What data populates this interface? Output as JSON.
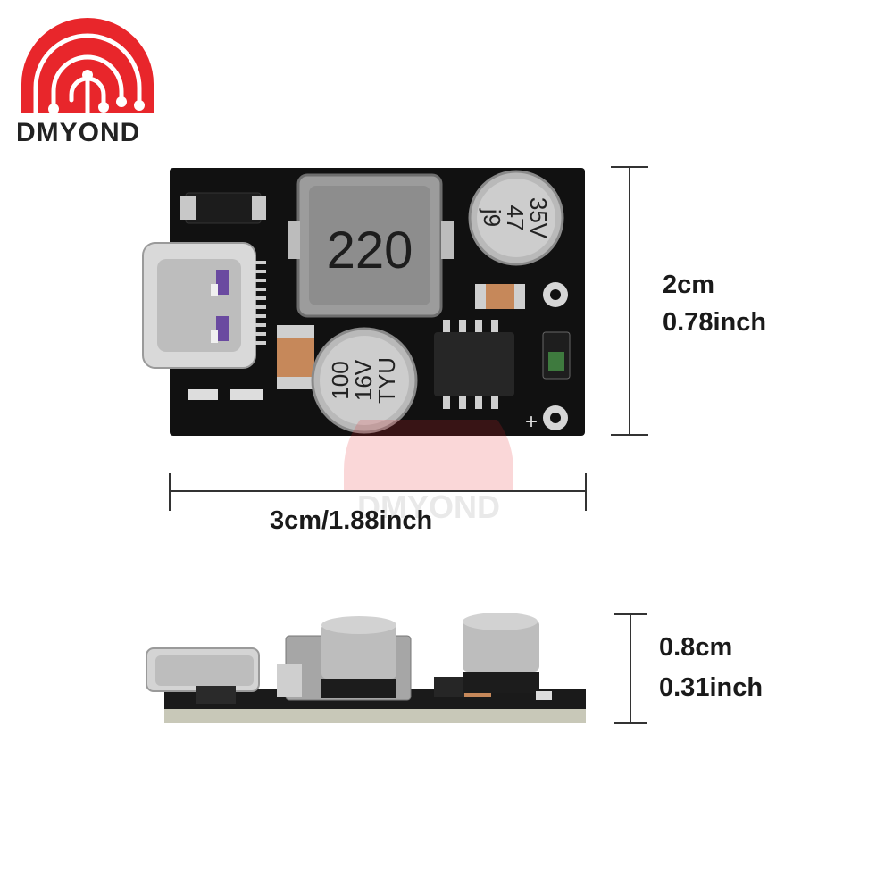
{
  "brand": {
    "name": "DMYOND",
    "logo_color": "#e8262b",
    "watermark": "DMYOND"
  },
  "top_view": {
    "inductor_marking": "220",
    "cap_large_lines": [
      "100",
      "16V",
      "TYU"
    ],
    "cap_small_lines": [
      "35V",
      "47",
      "j9"
    ],
    "plus_mark": "+",
    "pcb_color": "#111111"
  },
  "dimensions": {
    "height_cm": "2cm",
    "height_inch": "0.78inch",
    "width_label": "3cm/1.88inch",
    "thickness_cm": "0.8cm",
    "thickness_inch": "0.31inch"
  }
}
